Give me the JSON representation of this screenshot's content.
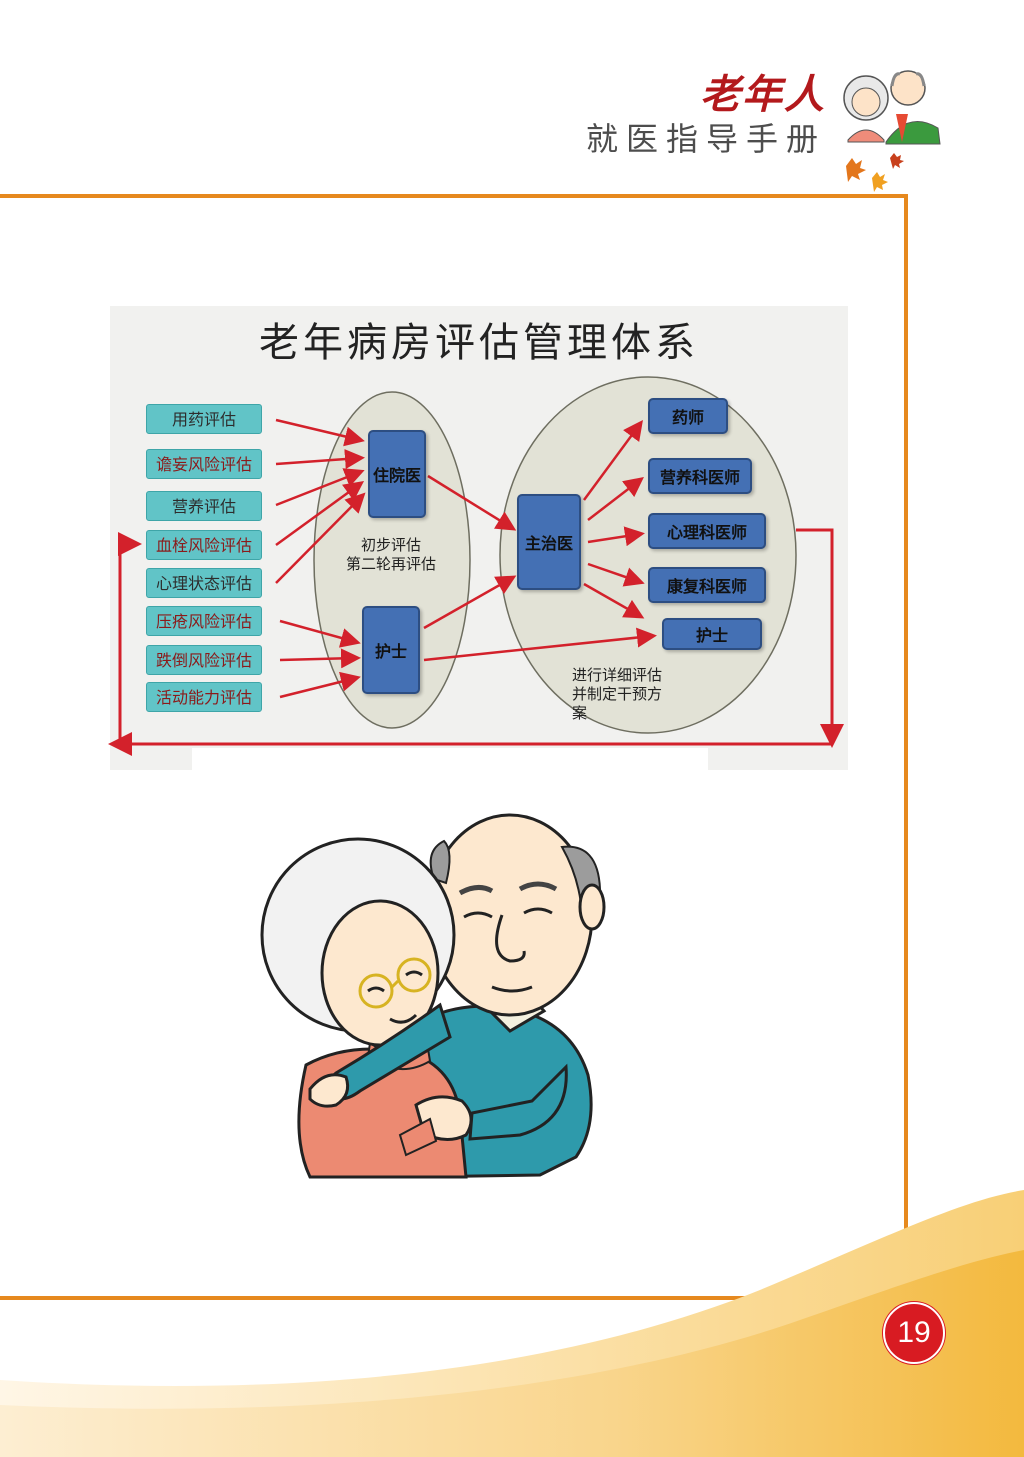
{
  "header": {
    "title_top": "老年人",
    "title_sub": "就医指导手册"
  },
  "diagram": {
    "title": "老年病房评估管理体系",
    "assessments": [
      {
        "label": "用药评估",
        "color": "dark"
      },
      {
        "label": "谵妄风险评估",
        "color": "red"
      },
      {
        "label": "营养评估",
        "color": "dark"
      },
      {
        "label": "血栓风险评估",
        "color": "red"
      },
      {
        "label": "心理状态评估",
        "color": "dark"
      },
      {
        "label": "压疮风险评估",
        "color": "red"
      },
      {
        "label": "跌倒风险评估",
        "color": "red"
      },
      {
        "label": "活动能力评估",
        "color": "red"
      }
    ],
    "resident": "住院医",
    "nurse_left": "护士",
    "initial_note": "初步评估\n第二轮再评估",
    "attending": "主治医",
    "specialists": [
      "药师",
      "营养科医师",
      "心理科医师",
      "康复科医师",
      "护士"
    ],
    "detail_note": "进行详细评估\n并制定干预方\n案"
  },
  "footer": {
    "page_number": "19"
  },
  "colors": {
    "accent_orange": "#e6891e",
    "arrow_red": "#d3212b",
    "box_teal": "#61c4c7",
    "box_blue": "#4470b4",
    "page_number_red": "#d81b22"
  }
}
